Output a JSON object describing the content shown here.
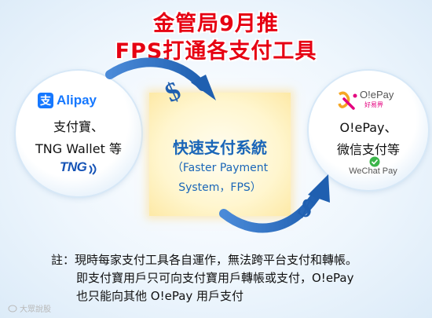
{
  "title": {
    "line1": "金管局9月推",
    "line2": "FPS打通各支付工具"
  },
  "left_circle": {
    "alipay_brand": "Alipay",
    "alipay_mark": "支",
    "line1": "支付寶、",
    "line2": "TNG Wallet 等",
    "tng_brand": "TNG"
  },
  "center_box": {
    "title": "快速支付系統",
    "sub1": "（Faster Payment",
    "sub2": "System，FPS）"
  },
  "right_circle": {
    "olepay_brand": "O!ePay",
    "olepay_sub": "好易畀",
    "line1": "O!ePay、",
    "line2": "微信支付等",
    "wechat_brand": "WeChat Pay"
  },
  "arrows": {
    "symbol": "$",
    "color": "#1f5fb0"
  },
  "note": {
    "line1": "註：現時每家支付工具各自運作，無法跨平台支付和轉帳。",
    "line2": "即支付寶用戶只可向支付寶用戶轉帳或支付，O!ePay",
    "line3": "也只能向其他 O!ePay 用戶支付"
  },
  "watermark": "大眾說股",
  "colors": {
    "title": "#e60012",
    "center_text": "#1a66b8",
    "alipay": "#1678ff",
    "wechat": "#3bb54a",
    "olepay_accent": "#e4007f"
  }
}
